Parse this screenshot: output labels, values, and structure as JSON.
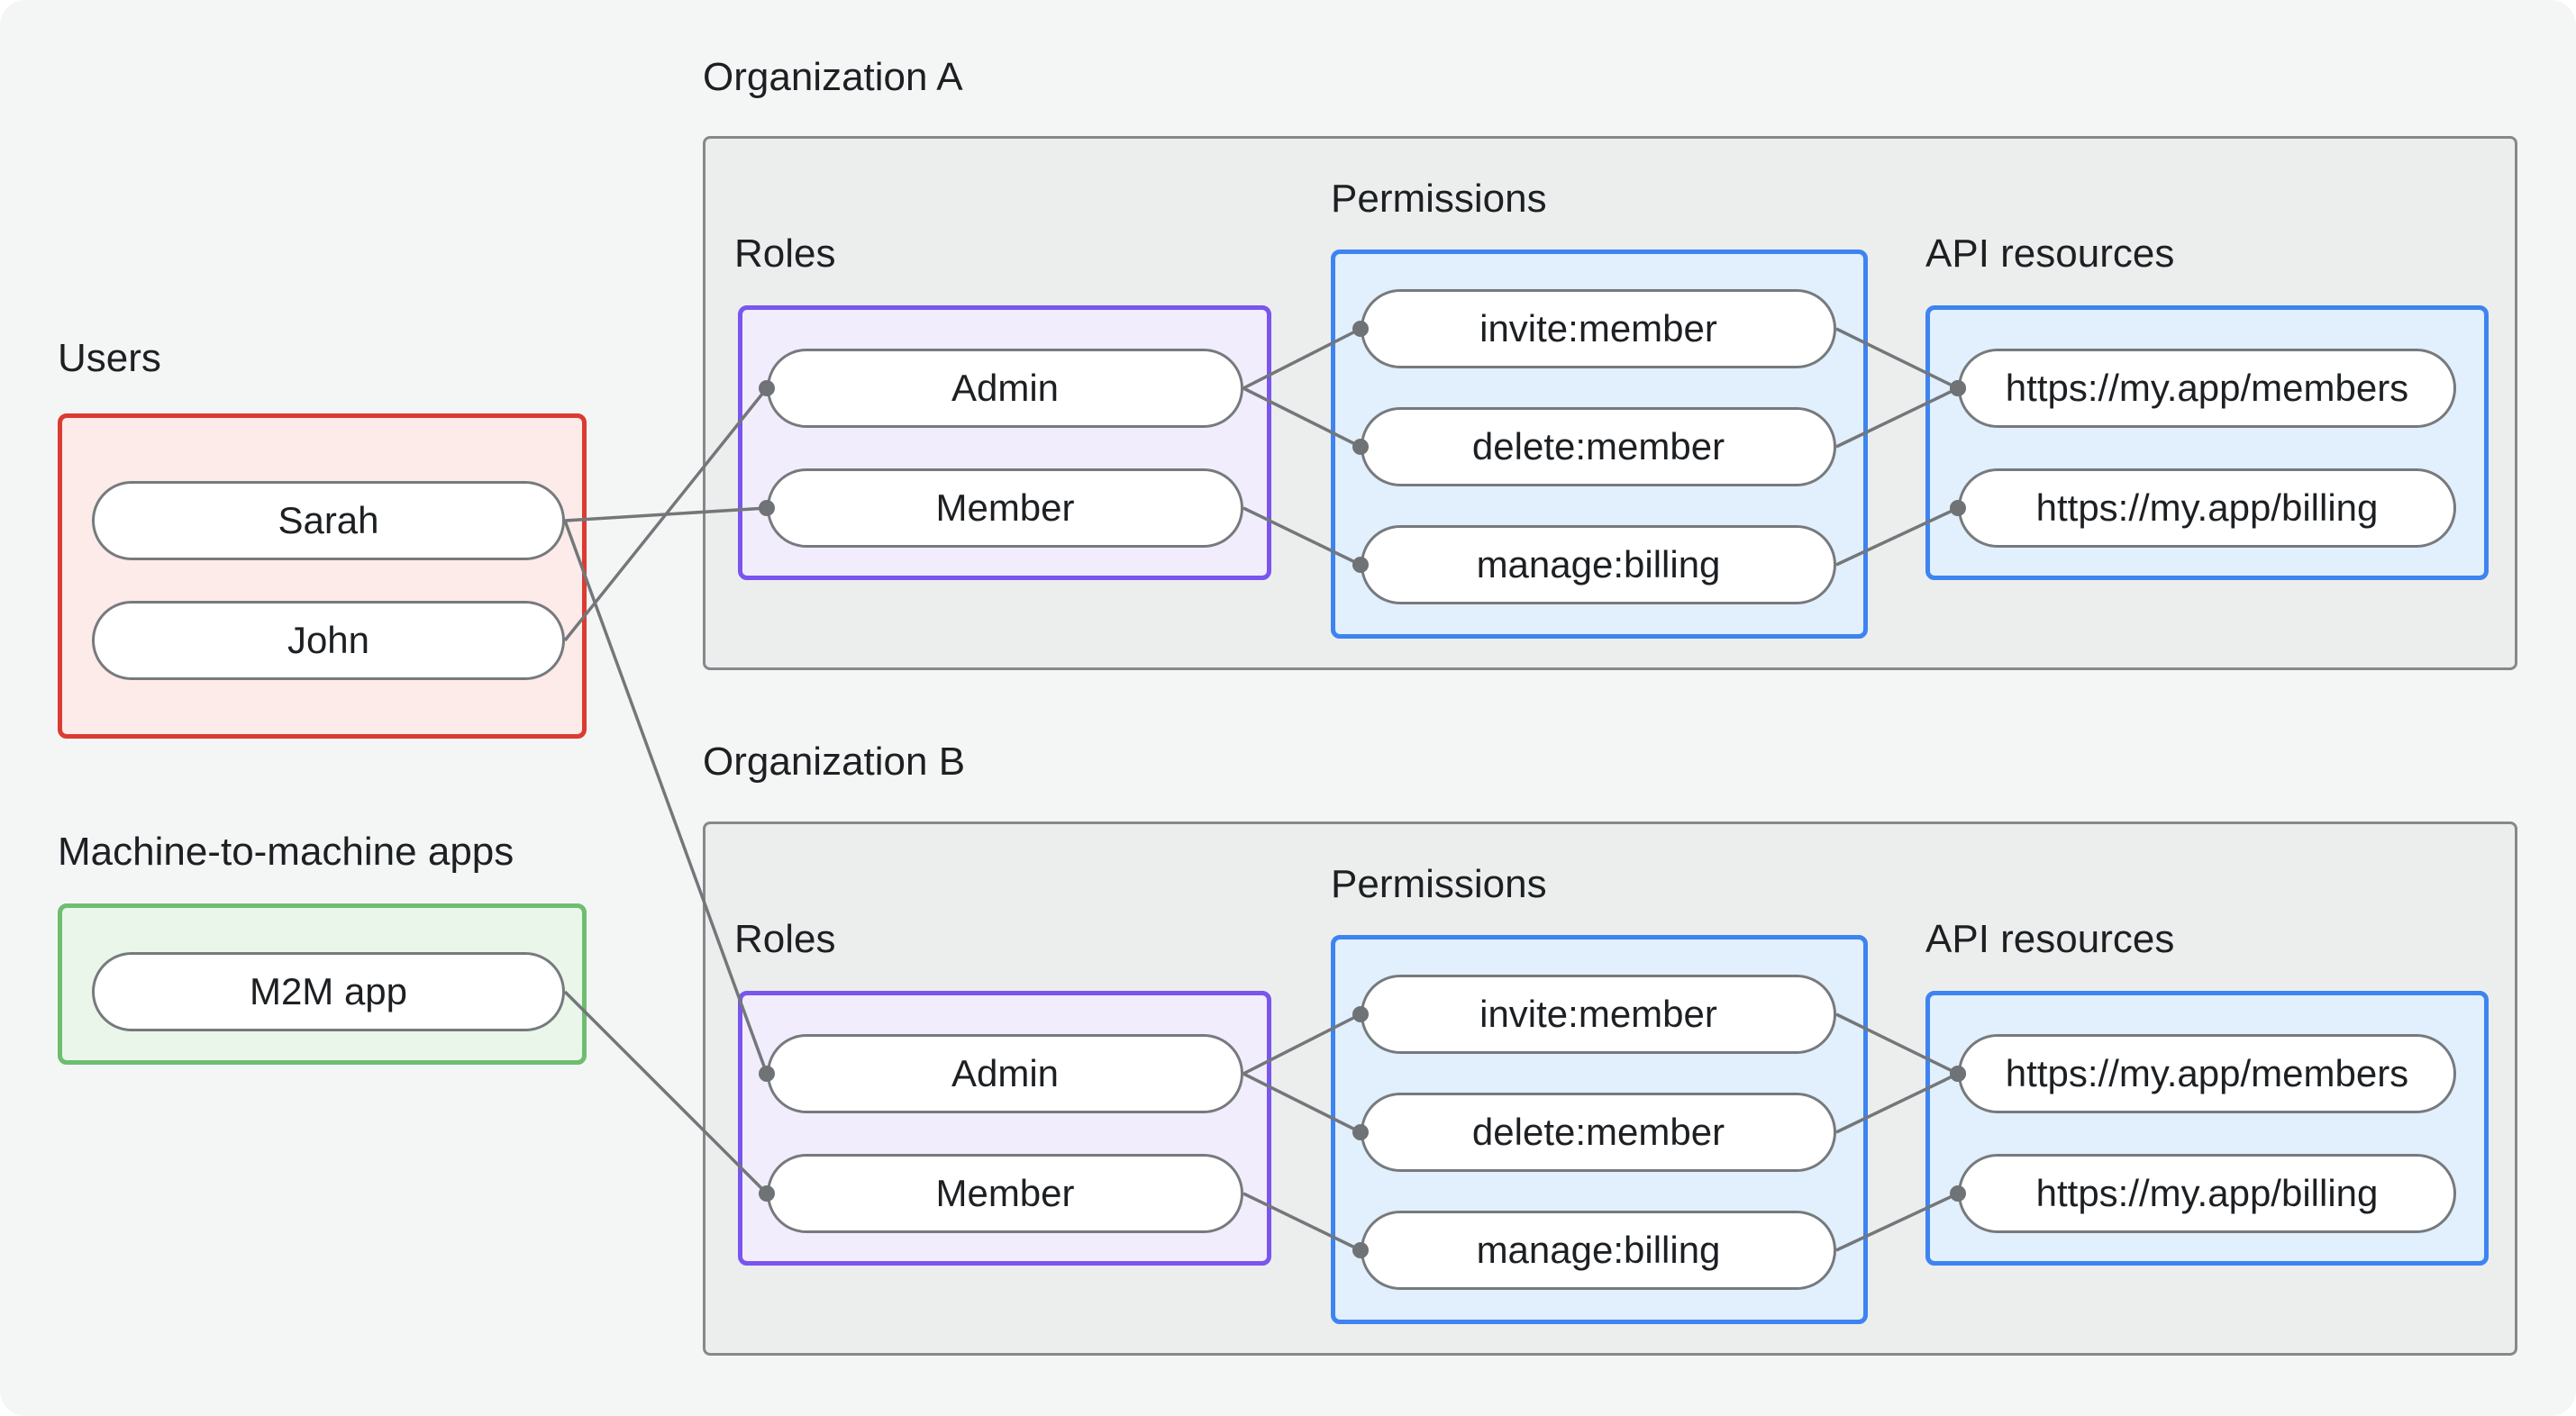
{
  "users_section": {
    "label": "Users",
    "items": [
      "Sarah",
      "John"
    ]
  },
  "m2m_section": {
    "label": "Machine-to-machine apps",
    "items": [
      "M2M app"
    ]
  },
  "organizations": [
    {
      "title": "Organization A",
      "roles": {
        "label": "Roles",
        "items": [
          "Admin",
          "Member"
        ]
      },
      "permissions": {
        "label": "Permissions",
        "items": [
          "invite:member",
          "delete:member",
          "manage:billing"
        ]
      },
      "api_resources": {
        "label": "API resources",
        "items": [
          "https://my.app/members",
          "https://my.app/billing"
        ]
      }
    },
    {
      "title": "Organization B",
      "roles": {
        "label": "Roles",
        "items": [
          "Admin",
          "Member"
        ]
      },
      "permissions": {
        "label": "Permissions",
        "items": [
          "invite:member",
          "delete:member",
          "manage:billing"
        ]
      },
      "api_resources": {
        "label": "API resources",
        "items": [
          "https://my.app/members",
          "https://my.app/billing"
        ]
      }
    }
  ],
  "edges": [
    {
      "from": "user.sarah",
      "to": "orgA.role.member"
    },
    {
      "from": "user.john",
      "to": "orgA.role.admin"
    },
    {
      "from": "user.sarah",
      "to": "orgB.role.admin"
    },
    {
      "from": "m2m.app",
      "to": "orgB.role.member"
    },
    {
      "from": "orgA.role.admin",
      "to": "orgA.perm.invite"
    },
    {
      "from": "orgA.role.admin",
      "to": "orgA.perm.delete"
    },
    {
      "from": "orgA.role.member",
      "to": "orgA.perm.manage"
    },
    {
      "from": "orgA.perm.invite",
      "to": "orgA.api.members"
    },
    {
      "from": "orgA.perm.delete",
      "to": "orgA.api.members"
    },
    {
      "from": "orgA.perm.manage",
      "to": "orgA.api.billing"
    },
    {
      "from": "orgB.role.admin",
      "to": "orgB.perm.invite"
    },
    {
      "from": "orgB.role.admin",
      "to": "orgB.perm.delete"
    },
    {
      "from": "orgB.role.member",
      "to": "orgB.perm.manage"
    },
    {
      "from": "orgB.perm.invite",
      "to": "orgB.api.members"
    },
    {
      "from": "orgB.perm.delete",
      "to": "orgB.api.members"
    },
    {
      "from": "orgB.perm.manage",
      "to": "orgB.api.billing"
    }
  ],
  "colors": {
    "background": "#F4F6F5",
    "text": "#1D2023",
    "users_border": "#DB3B32",
    "users_fill": "#FCEBE9",
    "m2m_border": "#6DBE70",
    "m2m_fill": "#EBF6EA",
    "roles_border": "#7A55EE",
    "roles_fill": "#F2EDFC",
    "permissions_border": "#3D84F1",
    "permissions_fill": "#E2EFFC",
    "api_border": "#3D84F1",
    "api_fill": "#E2EFFC",
    "org_fill": "#ECEEEE",
    "org_border": "#85898C",
    "connector": "#73777A",
    "connector_dot": "#6F7376",
    "node_fill": "#FFFFFF",
    "node_border": "#767A7D"
  }
}
